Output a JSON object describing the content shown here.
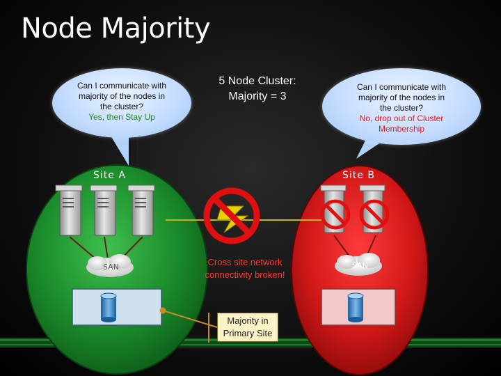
{
  "title": "Node Majority",
  "bubble_a": {
    "lines": [
      "Can I communicate with",
      "majority of the nodes in",
      "the cluster?"
    ],
    "answer": "Yes, then Stay Up"
  },
  "cluster": {
    "line1": "5 Node Cluster:",
    "line2": "Majority = 3"
  },
  "bubble_b": {
    "lines": [
      "Can I communicate with",
      "majority of the nodes in",
      "the cluster?"
    ],
    "answer_lines": [
      "No, drop out of Cluster",
      "Membership"
    ]
  },
  "site_a": {
    "label": "Site A",
    "san": "SAN",
    "node_count": 3
  },
  "site_b": {
    "label": "Site B",
    "san": "SAN",
    "node_count": 2
  },
  "link_status": [
    "Cross site network",
    "connectivity broken!"
  ],
  "callout": [
    "Majority in",
    "Primary Site"
  ],
  "colors": {
    "site_a": "#1a8a2a",
    "site_b": "#d11818",
    "answer_yes": "#1d8a1d",
    "answer_no": "#d42020",
    "broken_text": "#ff3b30",
    "callout_bg": "#fbf2c6",
    "no_sign": "#e01010"
  },
  "icons": [
    "server-icon",
    "no-entry-icon",
    "lightning-icon",
    "cloud-icon",
    "database-icon"
  ]
}
